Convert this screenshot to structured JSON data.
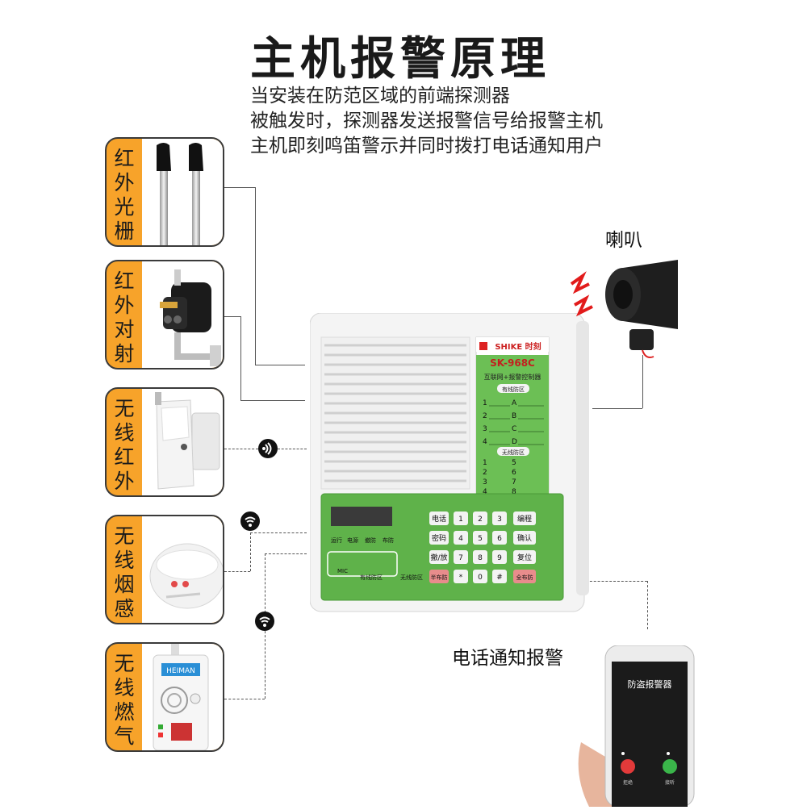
{
  "title": "主机报警原理",
  "description": [
    "当安装在防范区域的前端探测器",
    "被触发时，探测器发送报警信号给报警主机",
    "主机即刻鸣笛警示并同时拨打电话通知用户"
  ],
  "detectors": [
    {
      "label": "红外光栅",
      "icon": "infrared-beam-icon"
    },
    {
      "label": "红外对射",
      "icon": "infrared-fence-icon"
    },
    {
      "label": "无线红外",
      "icon": "wireless-pir-icon"
    },
    {
      "label": "无线烟感",
      "icon": "smoke-detector-icon"
    },
    {
      "label": "无线燃气",
      "icon": "gas-detector-icon",
      "brand": "HEIMAN"
    }
  ],
  "device": {
    "brand": "SHIKE 时刻",
    "model": "SK-968C",
    "subtitle": "互联网+报警控制器",
    "wired_zone_title": "有线防区",
    "wireless_zone_title": "无线防区",
    "wired_zones": [
      "1",
      "2",
      "3",
      "4"
    ],
    "wired_zone_letters": [
      "A",
      "B",
      "C",
      "D"
    ],
    "wireless_zones": [
      "1",
      "2",
      "3",
      "4"
    ],
    "wireless_zone_numbers": [
      "5",
      "6",
      "7",
      "8"
    ],
    "indicators": [
      "运行",
      "电源",
      "撤防",
      "布防"
    ],
    "indicator_row2": [
      "MIC",
      "有线防区"
    ],
    "side_label": "无线防区",
    "keys": [
      [
        "电话",
        "1",
        "2",
        "3",
        "编程"
      ],
      [
        "密码",
        "4",
        "5",
        "6",
        "确认"
      ],
      [
        "撤/放",
        "7",
        "8",
        "9",
        "复位"
      ],
      [
        "半布防",
        "*",
        "0",
        "#",
        "全布防"
      ]
    ]
  },
  "speaker_label": "喇叭",
  "phone_label": "电话通知报警",
  "phone": {
    "screen_title": "防盗报警器",
    "decline_label": "拒绝",
    "accept_label": "接听"
  },
  "colors": {
    "card_fill": "#f7a32a",
    "panel_green": "#5fb24a",
    "device_white": "#f4f4f4"
  }
}
